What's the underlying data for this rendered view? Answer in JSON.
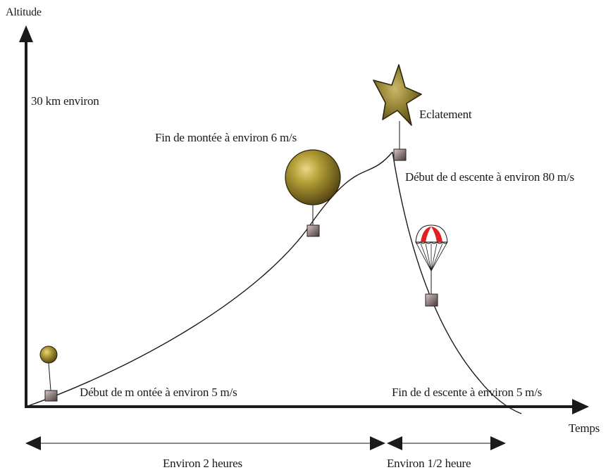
{
  "axes": {
    "y_label": "Altitude",
    "x_label": "Temps",
    "altitude_mark": "30 km environ"
  },
  "annotations": {
    "ascent_start": "Début de m ontée à environ 5 m/s",
    "ascent_end": "Fin de montée à environ 6 m/s",
    "burst": "Eclatement",
    "descent_start": "Début de d escente à environ 80 m/s",
    "descent_end": "Fin de d escente à environ 5 m/s"
  },
  "durations": {
    "ascent": "Environ 2 heures",
    "descent": "Environ 1/2 heure"
  },
  "icons": {
    "small_balloon": "small-balloon-icon",
    "large_balloon": "large-balloon-icon",
    "burst_star": "burst-star-icon",
    "parachute": "parachute-icon",
    "payload": "payload-box-icon"
  },
  "colors": {
    "balloon": "#9c8a2a",
    "star": "#8a7a2c",
    "parachute_red": "#e02020",
    "payload": "#8c7c7c",
    "line": "#1a1a1a"
  }
}
